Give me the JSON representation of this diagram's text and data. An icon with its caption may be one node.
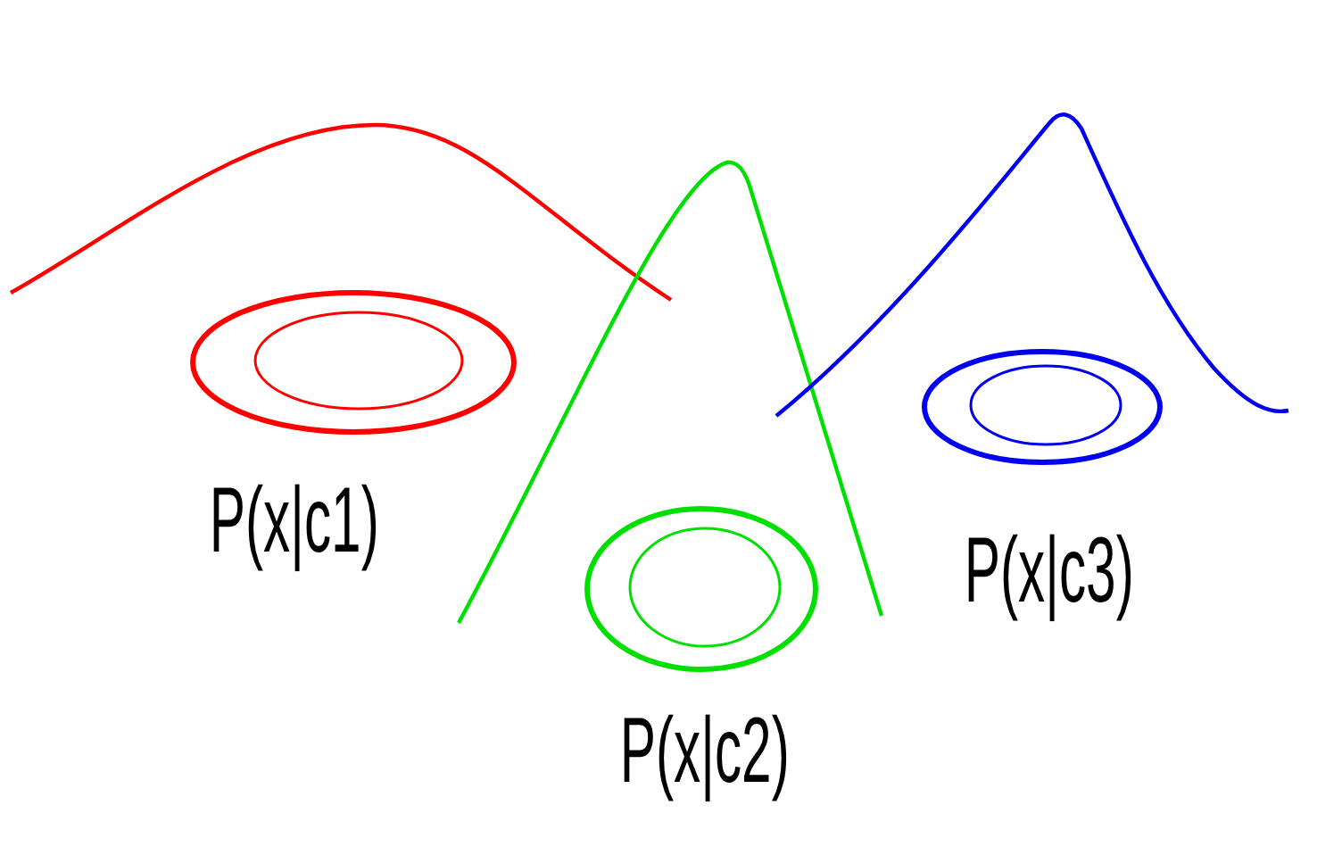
{
  "diagram": {
    "labels": [
      "P(x|c1)",
      "P(x|c2)",
      "P(x|c3)"
    ]
  }
}
